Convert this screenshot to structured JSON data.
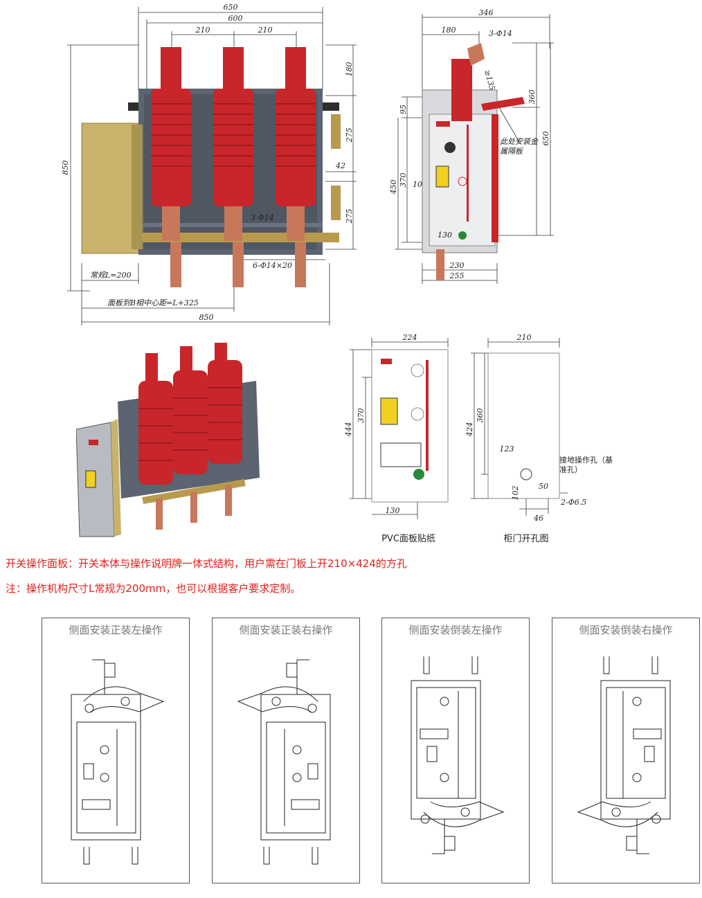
{
  "front_view": {
    "dims": {
      "top_overall": "650",
      "top_phase_span": "600",
      "pitch_left": "210",
      "pitch_right": "210",
      "right_top": "180",
      "right_mid": "275",
      "right_small": "42",
      "right_low": "275",
      "left_height": "850",
      "bottom_overall": "850",
      "hole_bus": "3-Φ14",
      "hole_slot": "6-Φ14×20",
      "mech_length": "常规L=200",
      "panel_distance": "面板到B相中心距=L+325"
    }
  },
  "side_view": {
    "dims": {
      "top_overall": "346",
      "top_left": "180",
      "hole_top": "3-Φ14",
      "angle_dim": "≥135",
      "right_upper": "360",
      "right_overall": "650",
      "left_95": "95",
      "left_370": "370",
      "left_450": "450",
      "left_10": "10",
      "bottom_130": "130",
      "bottom_230": "230",
      "bottom_255": "255"
    },
    "note": "此处安装金属隔板"
  },
  "pvc_panel": {
    "width": "224",
    "height_total": "444",
    "height_inner": "370",
    "bottom_offset": "130",
    "caption": "PVC面板贴纸"
  },
  "door_cutout": {
    "width": "210",
    "height_total": "424",
    "height_upper": "360",
    "hole_x": "123",
    "hole_dx": "50",
    "hole_y": "102",
    "hole_spacing": "46",
    "hole_spec": "2-Φ6.5",
    "hole_label": "接地操作孔（基准孔）",
    "caption": "柜门开孔图"
  },
  "notes": {
    "line1": "开关操作面板：开关本体与操作说明牌一体式结构，用户需在门板上开210×424的方孔",
    "line2": "注：操作机构尺寸L常规为200mm，也可以根据客户要求定制。"
  },
  "variants": [
    {
      "title": "侧面安装正装左操作"
    },
    {
      "title": "侧面安装正装右操作"
    },
    {
      "title": "侧面安装倒装左操作"
    },
    {
      "title": "侧面安装倒装右操作"
    }
  ],
  "colors": {
    "insulator_red": "#c8262a",
    "copper": "#c8785a",
    "frame_gray": "#5b6470",
    "mechanism_gold": "#c9b26a",
    "note_red": "#e0201a"
  }
}
